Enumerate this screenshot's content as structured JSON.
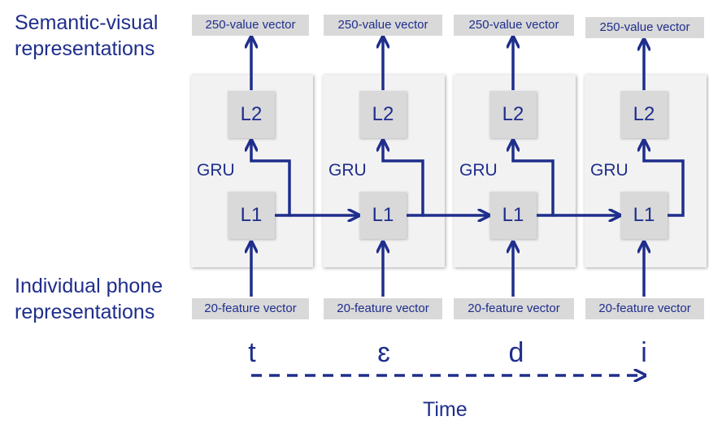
{
  "labels": {
    "top": [
      "Semantic-visual",
      "representations"
    ],
    "bottom": [
      "Individual phone",
      "representations"
    ],
    "time": "Time"
  },
  "columns": [
    {
      "output": "250-value vector",
      "input": "20-feature vector",
      "upper": "L2",
      "lower": "L1",
      "cell": "GRU",
      "phone": "t"
    },
    {
      "output": "250-value vector",
      "input": "20-feature vector",
      "upper": "L2",
      "lower": "L1",
      "cell": "GRU",
      "phone": "ɛ"
    },
    {
      "output": "250-value vector",
      "input": "20-feature vector",
      "upper": "L2",
      "lower": "L1",
      "cell": "GRU",
      "phone": "d"
    },
    {
      "output": "250-value vector",
      "input": "20-feature vector",
      "upper": "L2",
      "lower": "L1",
      "cell": "GRU",
      "phone": "i"
    }
  ],
  "colors": {
    "arrow": "#1f2e8c",
    "box": "#d9d9d9",
    "panel": "#f2f2f2"
  }
}
